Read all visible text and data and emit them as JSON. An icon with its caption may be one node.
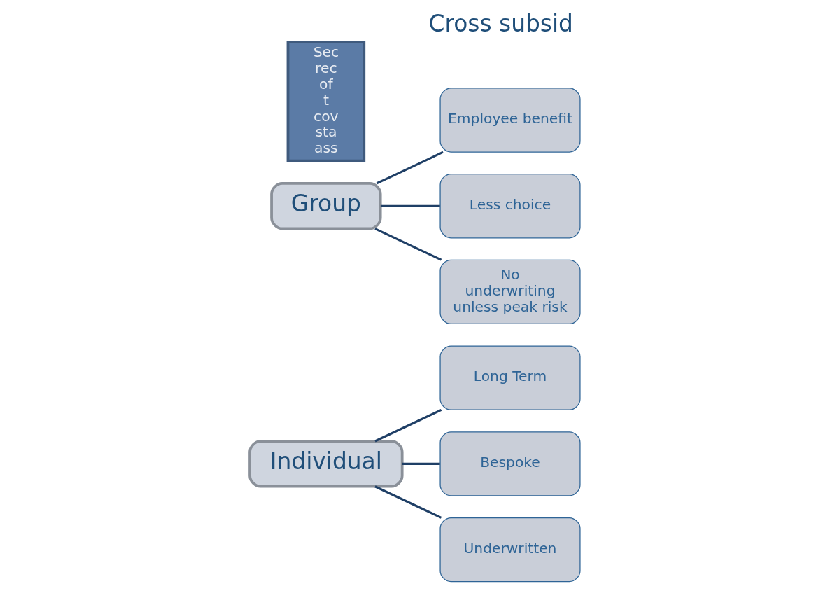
{
  "diagram": {
    "title": "Cross subsid",
    "nodes": [
      {
        "text": [
          "Individual"
        ]
      },
      {
        "text": [
          "Long Term"
        ]
      },
      {
        "text": [
          "Bespoke"
        ]
      },
      {
        "text": [
          "Underwritten"
        ]
      },
      {
        "text": [
          "Group"
        ]
      },
      {
        "text": [
          "Employee benefit"
        ]
      },
      {
        "text": [
          "Less choice"
        ]
      },
      {
        "text": [
          "No underwriting unless peak risk"
        ]
      },
      {
        "text": [
          "Sec rec of t cov sta ass"
        ]
      }
    ],
    "edges": [
      {
        "from": 0,
        "to": 1,
        "arrow": "none"
      },
      {
        "from": 0,
        "to": 2,
        "arrow": "none"
      },
      {
        "from": 0,
        "to": 3,
        "arrow": "none"
      },
      {
        "from": 4,
        "to": 5,
        "arrow": "none"
      },
      {
        "from": 4,
        "to": 6,
        "arrow": "none"
      },
      {
        "from": 4,
        "to": 7,
        "arrow": "none"
      }
    ]
  }
}
